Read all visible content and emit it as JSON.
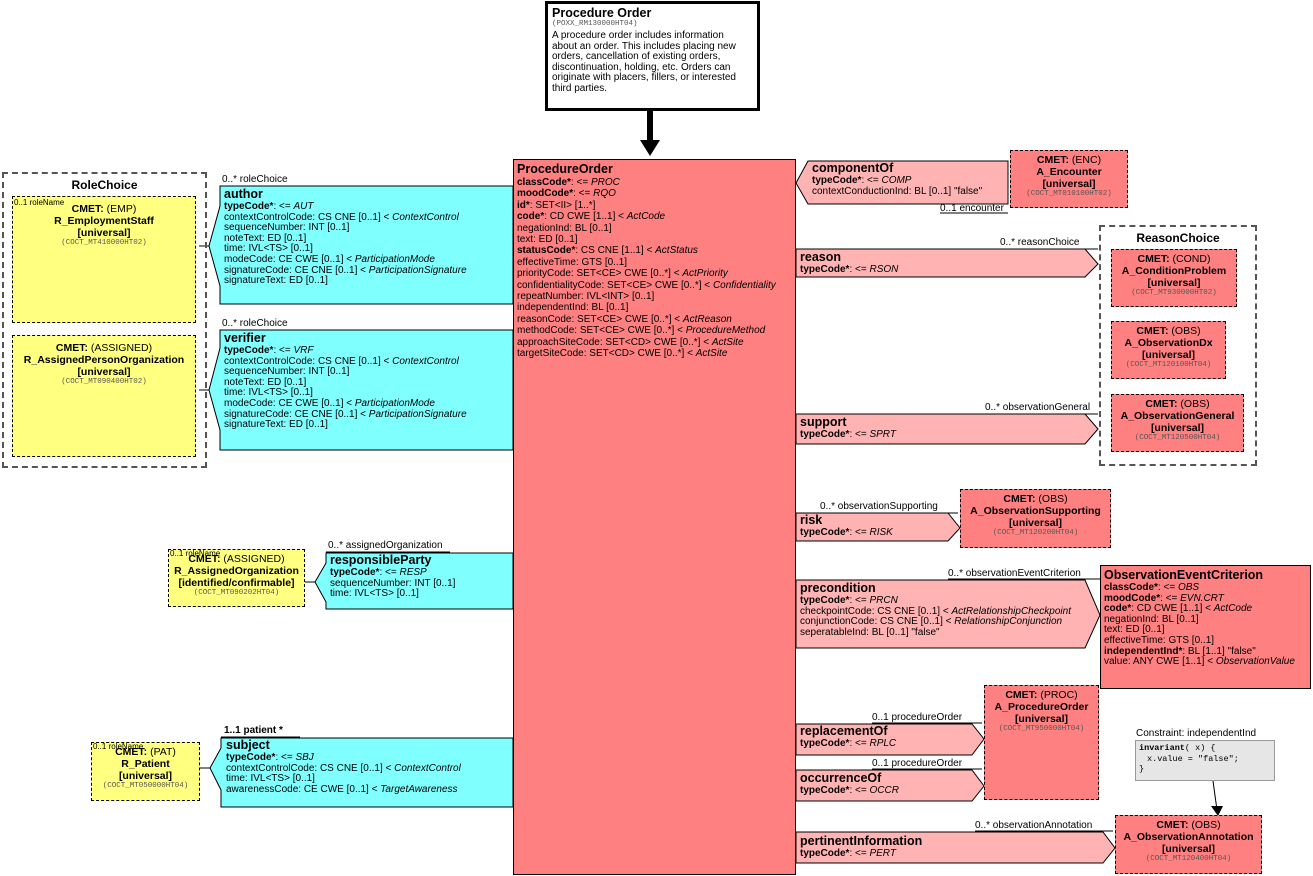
{
  "entry_point": {
    "title": "Procedure Order",
    "id": "(POXX_RM130000HT04)",
    "description_lines": [
      "A procedure order includes information",
      "about an order.  This includes placing new",
      "orders, cancellation of existing orders,",
      "discontinuation, holding, etc.  Orders can",
      "originate with placers, fillers, or interested",
      "third parties."
    ]
  },
  "main_class": {
    "name": "ProcedureOrder",
    "attributes": [
      {
        "name": "classCode*",
        "rest": ": <= ",
        "type": "PROC",
        "bold": true
      },
      {
        "name": "moodCode*",
        "rest": ": <= ",
        "type": "RQO",
        "bold": true
      },
      {
        "name": "id*",
        "rest": ": SET<II> [1..*]",
        "type": "",
        "bold": true
      },
      {
        "name": "code*",
        "rest": ": CD CWE [1..1] < ",
        "type": "ActCode",
        "bold": true
      },
      {
        "name": "negationInd",
        "rest": ": BL [0..1]",
        "type": "",
        "bold": false
      },
      {
        "name": "text",
        "rest": ": ED [0..1]",
        "type": "",
        "bold": false
      },
      {
        "name": "statusCode*",
        "rest": ": CS CNE [1..1] < ",
        "type": "ActStatus",
        "bold": true
      },
      {
        "name": "effectiveTime",
        "rest": ": GTS [0..1]",
        "type": "",
        "bold": false
      },
      {
        "name": "priorityCode",
        "rest": ": SET<CE> CWE [0..*] < ",
        "type": "ActPriority",
        "bold": false
      },
      {
        "name": "confidentialityCode",
        "rest": ": SET<CE> CWE [0..*] < ",
        "type": "Confidentiality",
        "bold": false
      },
      {
        "name": "repeatNumber",
        "rest": ": IVL<INT> [0..1]",
        "type": "",
        "bold": false
      },
      {
        "name": "independentInd",
        "rest": ": BL [0..1]",
        "type": "",
        "bold": false
      },
      {
        "name": "reasonCode",
        "rest": ": SET<CE> CWE [0..*] < ",
        "type": "ActReason",
        "bold": false
      },
      {
        "name": "methodCode",
        "rest": ": SET<CE> CWE [0..*] < ",
        "type": "ProcedureMethod",
        "bold": false
      },
      {
        "name": "approachSiteCode",
        "rest": ": SET<CD> CWE [0..*] < ",
        "type": "ActSite",
        "bold": false
      },
      {
        "name": "targetSiteCode",
        "rest": ": SET<CD> CWE [0..*] < ",
        "type": "ActSite",
        "bold": false
      }
    ]
  },
  "participations": {
    "author": {
      "role_label": "0..* roleChoice",
      "name": "author",
      "lines": [
        {
          "bold": "typeCode*",
          "plain": ": <= ",
          "italic": "AUT"
        },
        {
          "bold": "",
          "plain": "contextControlCode: CS CNE [0..1] < ",
          "italic": "ContextControl"
        },
        {
          "bold": "",
          "plain": "sequenceNumber: INT [0..1]",
          "italic": ""
        },
        {
          "bold": "",
          "plain": "noteText: ED [0..1]",
          "italic": ""
        },
        {
          "bold": "",
          "plain": "time: IVL<TS> [0..1]",
          "italic": ""
        },
        {
          "bold": "",
          "plain": "modeCode: CE CWE [0..1] < ",
          "italic": "ParticipationMode"
        },
        {
          "bold": "",
          "plain": "signatureCode: CE CNE [0..1] < ",
          "italic": "ParticipationSignature"
        },
        {
          "bold": "",
          "plain": "signatureText: ED [0..1]",
          "italic": ""
        }
      ]
    },
    "verifier": {
      "role_label": "0..* roleChoice",
      "name": "verifier",
      "lines": [
        {
          "bold": "typeCode*",
          "plain": ": <= ",
          "italic": "VRF"
        },
        {
          "bold": "",
          "plain": "contextControlCode: CS CNE [0..1] < ",
          "italic": "ContextControl"
        },
        {
          "bold": "",
          "plain": "sequenceNumber: INT [0..1]",
          "italic": ""
        },
        {
          "bold": "",
          "plain": "noteText: ED [0..1]",
          "italic": ""
        },
        {
          "bold": "",
          "plain": "time: IVL<TS> [0..1]",
          "italic": ""
        },
        {
          "bold": "",
          "plain": "modeCode: CE CWE [0..1] < ",
          "italic": "ParticipationMode"
        },
        {
          "bold": "",
          "plain": "signatureCode: CE CNE [0..1] < ",
          "italic": "ParticipationSignature"
        },
        {
          "bold": "",
          "plain": "signatureText: ED [0..1]",
          "italic": ""
        }
      ]
    },
    "responsible_party": {
      "role_label": "0..* assignedOrganization",
      "name": "responsibleParty",
      "lines": [
        {
          "bold": "typeCode*",
          "plain": ": <= ",
          "italic": "RESP"
        },
        {
          "bold": "",
          "plain": "sequenceNumber: INT [0..1]",
          "italic": ""
        },
        {
          "bold": "",
          "plain": "time: IVL<TS> [0..1]",
          "italic": ""
        }
      ]
    },
    "subject": {
      "role_label": "1..1 patient  *",
      "name": "subject",
      "lines": [
        {
          "bold": "typeCode*",
          "plain": ": <= ",
          "italic": "SBJ"
        },
        {
          "bold": "",
          "plain": "contextControlCode: CS CNE [0..1] < ",
          "italic": "ContextControl"
        },
        {
          "bold": "",
          "plain": "time: IVL<TS> [0..1]",
          "italic": ""
        },
        {
          "bold": "",
          "plain": "awarenessCode: CE CWE [0..1] < ",
          "italic": "TargetAwareness"
        }
      ]
    }
  },
  "role_choice": {
    "title": "RoleChoice",
    "employment": {
      "rolename": "0..1 roleName",
      "l1b": "CMET:",
      "l1": " (EMP)",
      "l2": "R_EmploymentStaff",
      "l3": "[universal]",
      "id": "(COCT_MT410000HT02)"
    },
    "assigned": {
      "l1b": "CMET:",
      "l1": " (ASSIGNED)",
      "l2": "R_AssignedPersonOrganization",
      "l3": "[universal]",
      "id": "(COCT_MT090400HT02)"
    }
  },
  "assigned_org": {
    "rolename": "0..1 roleName",
    "l1b": "CMET:",
    "l1": " (ASSIGNED)",
    "l2": "R_AssignedOrganization",
    "l3": "[identified/confirmable]",
    "id": "(COCT_MT090202HT04)"
  },
  "patient": {
    "rolename": "0..1 roleName",
    "l1b": "CMET:",
    "l1": " (PAT)",
    "l2": "R_Patient",
    "l3": "[universal]",
    "id": "(COCT_MT050000HT04)"
  },
  "relationships": {
    "component_of": {
      "name": "componentOf",
      "lines": [
        {
          "bold": "typeCode*",
          "plain": ": <= ",
          "italic": "COMP"
        },
        {
          "bold": "",
          "plain": "contextConductionInd: BL [0..1] \"false\"",
          "italic": ""
        }
      ],
      "target_label": "0..1 encounter"
    },
    "reason": {
      "name": "reason",
      "type_label": "typeCode*",
      "type_rest": ": <= ",
      "type_value": "RSON",
      "target_label": "0..* reasonChoice"
    },
    "support": {
      "name": "support",
      "type_label": "typeCode*",
      "type_rest": ": <= ",
      "type_value": "SPRT",
      "target_label": "0..* observationGeneral"
    },
    "risk": {
      "name": "risk",
      "type_label": "typeCode*",
      "type_rest": ": <= ",
      "type_value": "RISK",
      "target_label": "0..* observationSupporting"
    },
    "precondition": {
      "name": "precondition",
      "lines": [
        {
          "bold": "typeCode*",
          "plain": ": <= ",
          "italic": "PRCN"
        },
        {
          "bold": "",
          "plain": "checkpointCode: CS CNE [0..1] < ",
          "italic": "ActRelationshipCheckpoint"
        },
        {
          "bold": "",
          "plain": "conjunctionCode: CS CNE [0..1] < ",
          "italic": "RelationshipConjunction"
        },
        {
          "bold": "",
          "plain": "seperatableInd: BL [0..1] \"false\"",
          "italic": ""
        }
      ],
      "target_label": "0..* observationEventCriterion"
    },
    "replacement_of": {
      "name": "replacementOf",
      "type_label": "typeCode*",
      "type_rest": ": <= ",
      "type_value": "RPLC",
      "target_label": "0..1 procedureOrder"
    },
    "occurrence_of": {
      "name": "occurrenceOf",
      "type_label": "typeCode*",
      "type_rest": ": <= ",
      "type_value": "OCCR",
      "target_label": "0..1 procedureOrder"
    },
    "pertinent_information": {
      "name": "pertinentInformation",
      "type_label": "typeCode*",
      "type_rest": ": <= ",
      "type_value": "PERT",
      "target_label": "0..* observationAnnotation"
    }
  },
  "cmets": {
    "encounter": {
      "l1b": "CMET:",
      "l1": " (ENC)",
      "l2": "A_Encounter",
      "l3": "[universal]",
      "id": "(COCT_MT010100HT02)"
    },
    "condition": {
      "l1b": "CMET:",
      "l1": " (COND)",
      "l2": "A_ConditionProblem",
      "l3": "[universal]",
      "id": "(COCT_MT930000HT02)"
    },
    "obs_dx": {
      "l1b": "CMET:",
      "l1": " (OBS)",
      "l2": "A_ObservationDx",
      "l3": "[universal]",
      "id": "(COCT_MT120100HT04)"
    },
    "obs_general": {
      "l1b": "CMET:",
      "l1": " (OBS)",
      "l2": "A_ObservationGeneral",
      "l3": "[universal]",
      "id": "(COCT_MT120500HT04)"
    },
    "obs_supporting": {
      "l1b": "CMET:",
      "l1": " (OBS)",
      "l2": "A_ObservationSupporting",
      "l3": "[universal]",
      "id": "(COCT_MT120200HT04)"
    },
    "procedure_order": {
      "l1b": "CMET:",
      "l1": " (PROC)",
      "l2": "A_ProcedureOrder",
      "l3": "[universal]",
      "id": "(COCT_MT950000HT04)"
    },
    "obs_annotation": {
      "l1b": "CMET:",
      "l1": " (OBS)",
      "l2": "A_ObservationAnnotation",
      "l3": "[universal]",
      "id": "(COCT_MT120400HT04)"
    }
  },
  "reason_choice": {
    "title": "ReasonChoice"
  },
  "observation_event_criterion": {
    "name": "ObservationEventCriterion",
    "lines": [
      {
        "bold": "classCode*",
        "plain": ": <= ",
        "italic": "OBS"
      },
      {
        "bold": "moodCode*",
        "plain": ": <= ",
        "italic": "EVN.CRT"
      },
      {
        "bold": "code*",
        "plain": ": CD CWE [1..1] < ",
        "italic": "ActCode"
      },
      {
        "bold": "",
        "plain": "negationInd: BL [0..1]",
        "italic": ""
      },
      {
        "bold": "",
        "plain": "text: ED [0..1]",
        "italic": ""
      },
      {
        "bold": "",
        "plain": "effectiveTime: GTS [0..1]",
        "italic": ""
      },
      {
        "bold": "independentInd*",
        "plain": ": BL [1..1] \"false\"",
        "italic": ""
      },
      {
        "bold": "",
        "plain": "value: ANY CWE [1..1] < ",
        "italic": "ObservationValue"
      }
    ]
  },
  "constraint": {
    "title": "Constraint: independentInd",
    "code_keyword": "invariant",
    "code_open": "( x) {",
    "code_body": "x.value = \"false\";",
    "code_close": "}"
  },
  "colors": {
    "act": "#ff8080",
    "relationship": "#ffb3b3",
    "participation": "#80ffff",
    "role": "#ffff80"
  }
}
